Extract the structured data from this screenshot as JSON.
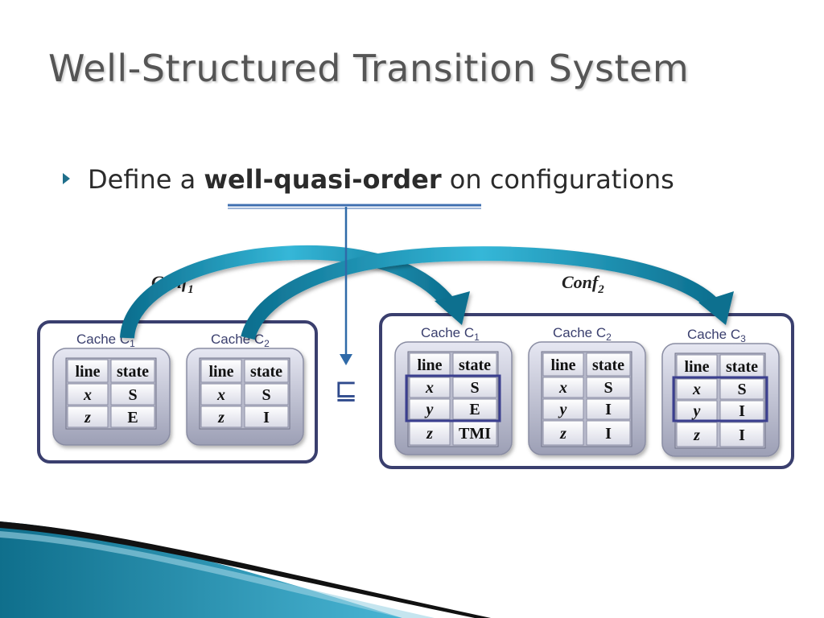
{
  "title": "Well-Structured Transition System",
  "bullet": {
    "prefix": "Define a ",
    "highlight": "well-quasi-order",
    "suffix": " on configurations"
  },
  "order_symbol": "⊑",
  "table_headers": {
    "line": "line",
    "state": "state"
  },
  "conf1": {
    "label": "Conf",
    "subscript": "1",
    "caches": [
      {
        "title": "Cache C",
        "sub": "1",
        "rows": [
          {
            "line": "x",
            "state": "S"
          },
          {
            "line": "z",
            "state": "E"
          }
        ]
      },
      {
        "title": "Cache C",
        "sub": "2",
        "rows": [
          {
            "line": "x",
            "state": "S"
          },
          {
            "line": "z",
            "state": "I"
          }
        ]
      }
    ]
  },
  "conf2": {
    "label": "Conf",
    "subscript": "2",
    "caches": [
      {
        "title": "Cache C",
        "sub": "1",
        "rows": [
          {
            "line": "x",
            "state": "S"
          },
          {
            "line": "y",
            "state": "E"
          },
          {
            "line": "z",
            "state": "TMI"
          }
        ]
      },
      {
        "title": "Cache C",
        "sub": "2",
        "rows": [
          {
            "line": "x",
            "state": "S"
          },
          {
            "line": "y",
            "state": "I"
          },
          {
            "line": "z",
            "state": "I"
          }
        ]
      },
      {
        "title": "Cache C",
        "sub": "3",
        "rows": [
          {
            "line": "x",
            "state": "S"
          },
          {
            "line": "y",
            "state": "I"
          },
          {
            "line": "z",
            "state": "I"
          }
        ]
      }
    ]
  },
  "colors": {
    "title": "#555555",
    "accent_teal": "#1f8fb0",
    "frame_navy": "#3a3f6e",
    "highlight_box": "#3b3f8f",
    "underline": "#3f6fb0"
  },
  "icons": {
    "bullet": "triangle-right-icon"
  }
}
